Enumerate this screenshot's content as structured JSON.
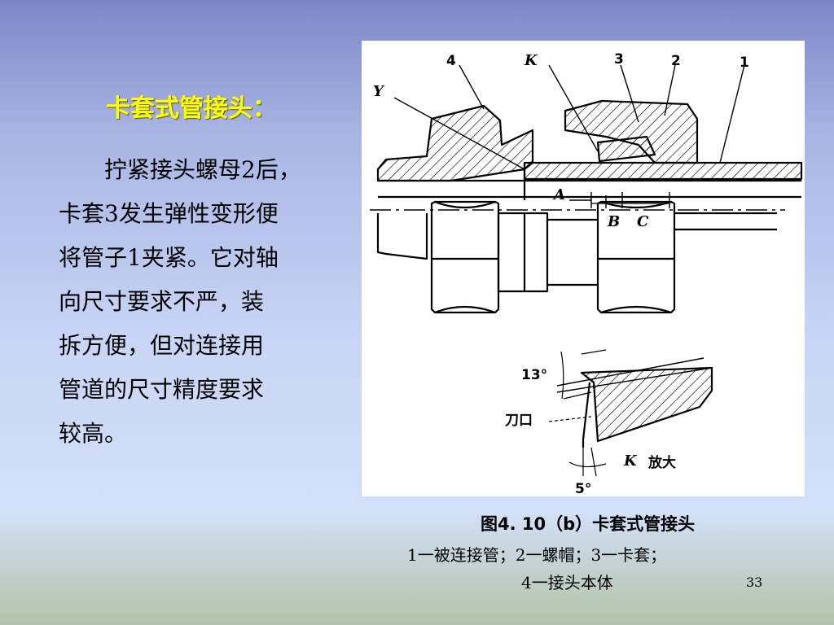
{
  "slide": {
    "title": "卡套式管接头：",
    "body_lines": [
      "　　拧紧接头螺母2后，",
      "卡套3发生弹性变形便",
      "将管子1夹紧。它对轴",
      "向尺寸要求不严，装",
      "拆方便，但对连接用",
      "管道的尺寸精度要求",
      "较高。"
    ],
    "page_number": "33"
  },
  "figure": {
    "labels": {
      "part4": "4",
      "partK": "K",
      "part3": "3",
      "part2": "2",
      "part1": "1",
      "Y": "Y",
      "A": "A",
      "B": "B",
      "C": "C"
    },
    "detail": {
      "angle_top": "13°",
      "edge_label": "刀口",
      "angle_bottom": "5°",
      "zoom_label_letter": "K",
      "zoom_label_text": "放大"
    },
    "caption": "图4. 10（b）卡套式管接头",
    "legend_line1": "1一被连接管；2一螺帽；3一卡套；",
    "legend_line2": "4一接头本体"
  }
}
